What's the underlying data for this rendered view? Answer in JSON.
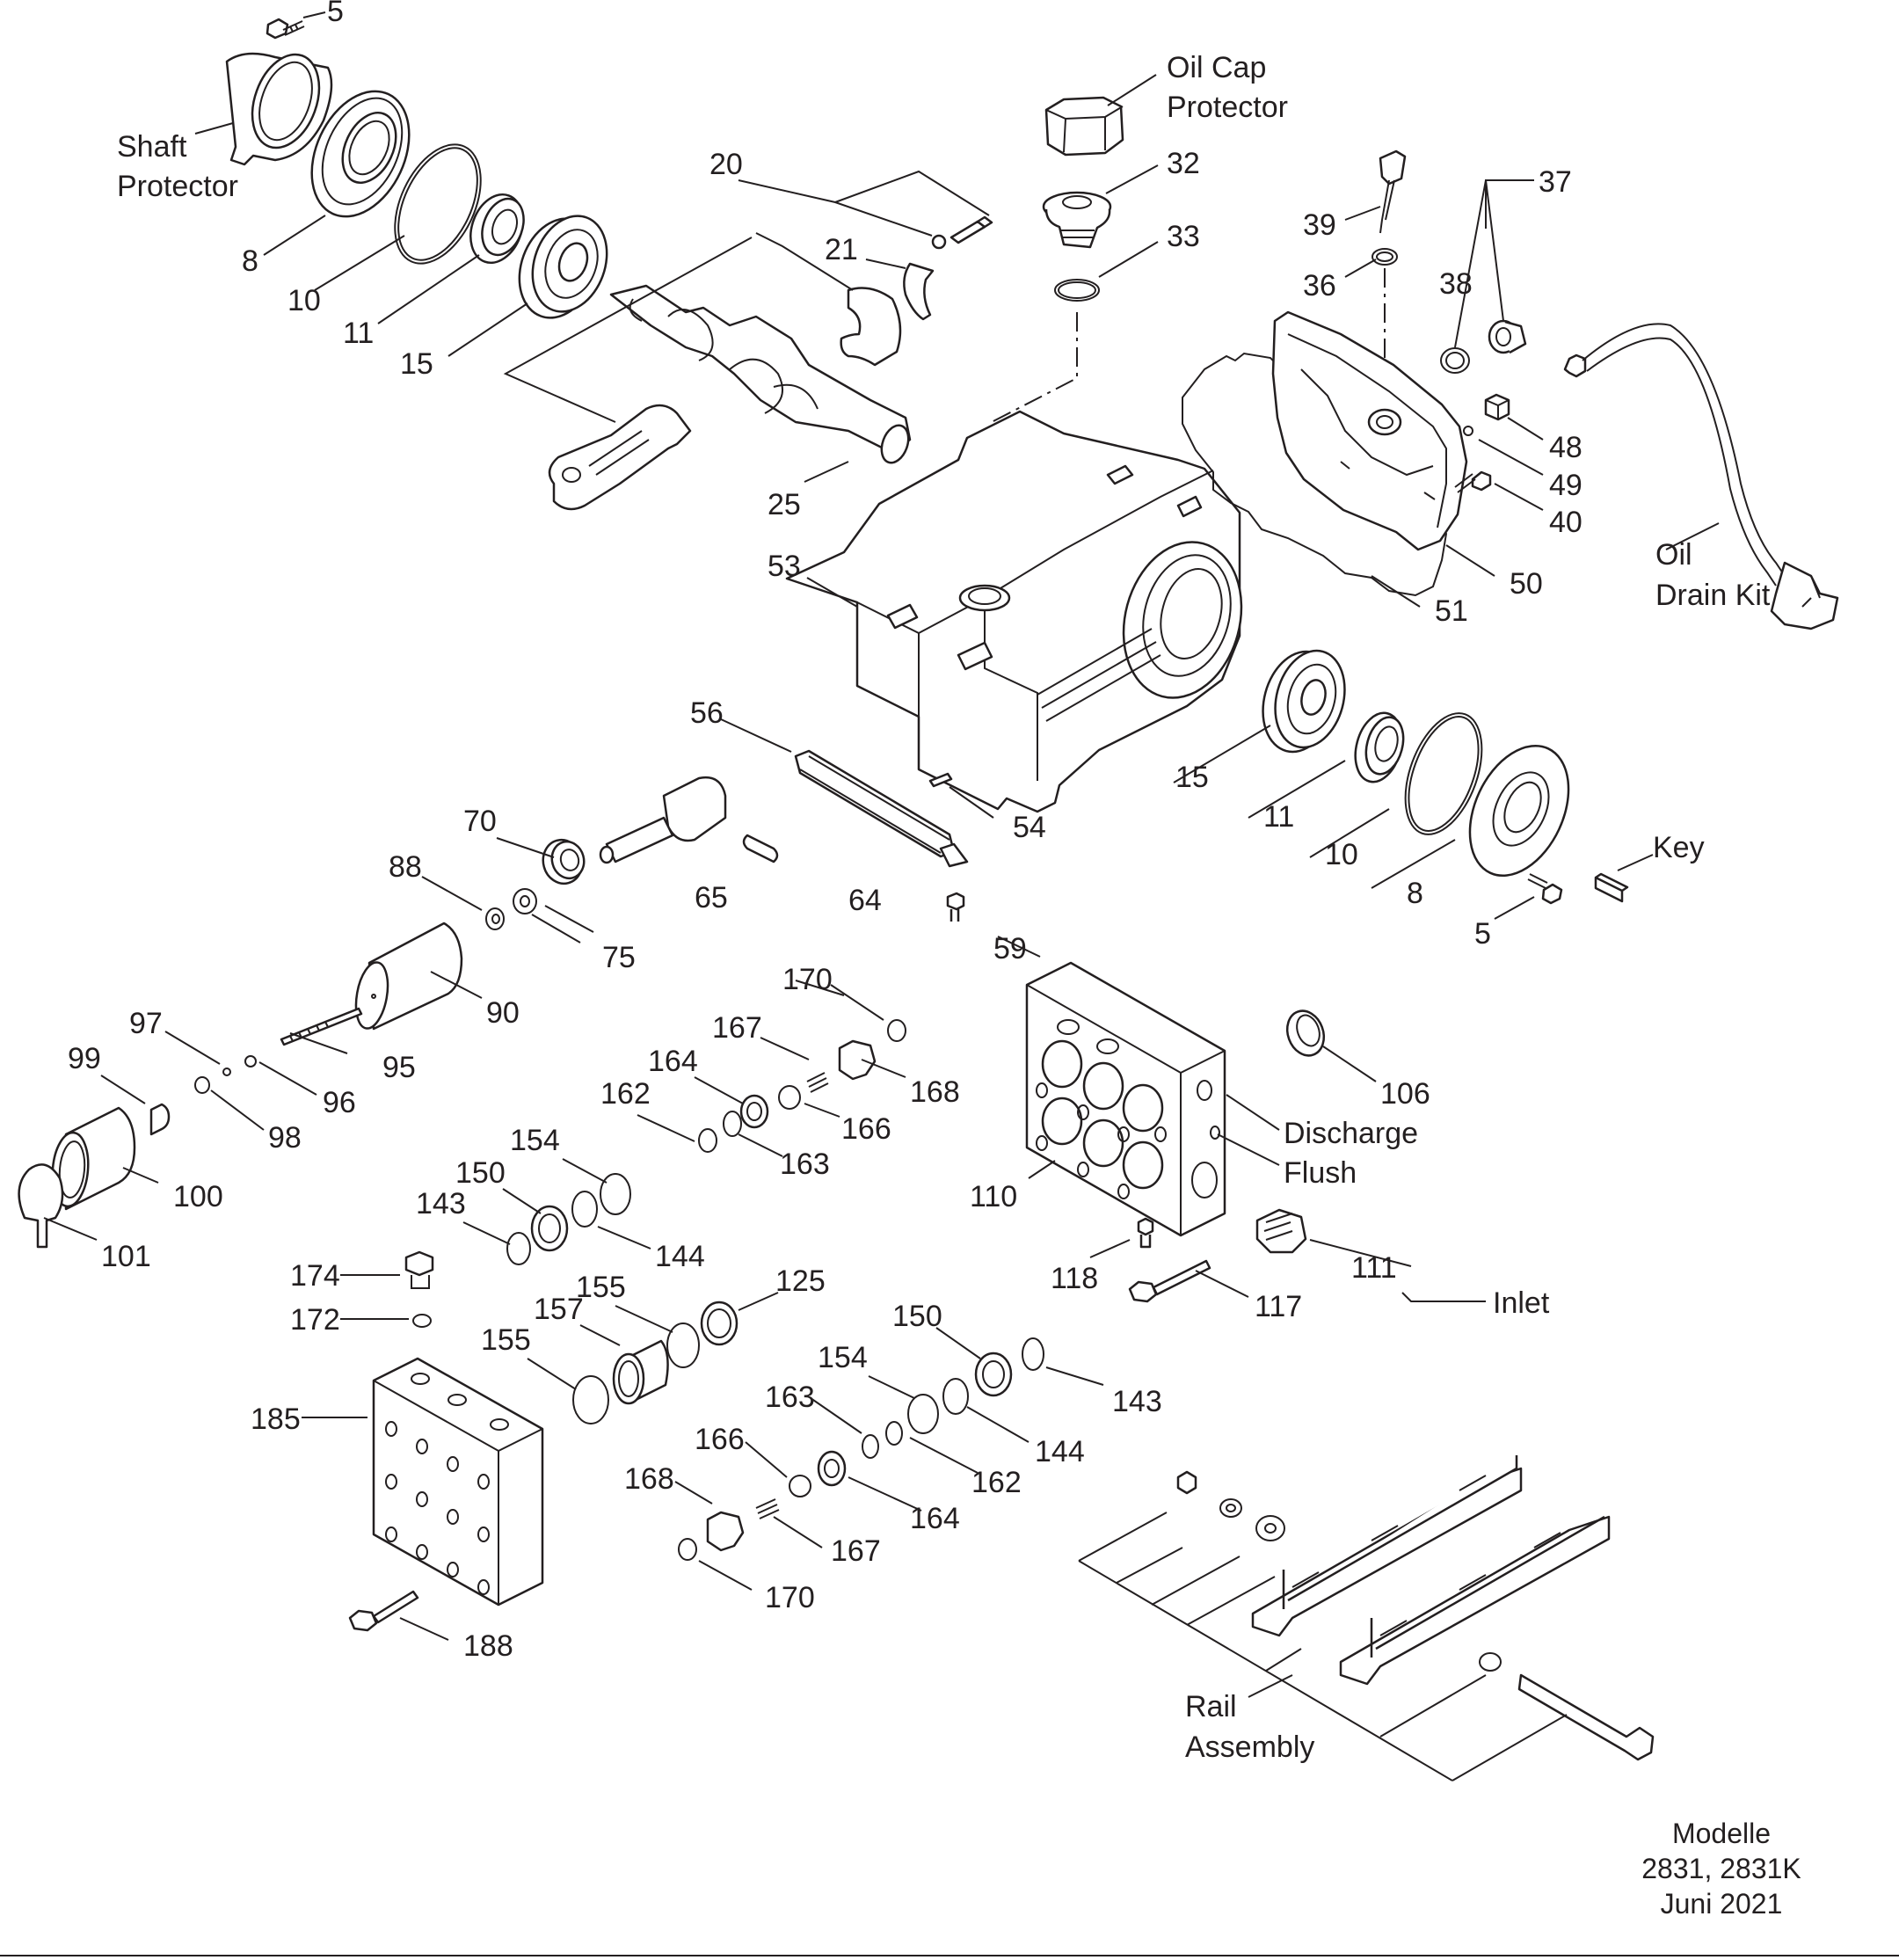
{
  "labels": {
    "n5a": "5",
    "shaft_protector_1": "Shaft",
    "shaft_protector_2": "Protector",
    "n8a": "8",
    "n10a": "10",
    "n11a": "11",
    "n15a": "15",
    "n20": "20",
    "n21": "21",
    "n25": "25",
    "oil_cap_1": "Oil Cap",
    "oil_cap_2": "Protector",
    "n32": "32",
    "n33": "33",
    "n53": "53",
    "n39": "39",
    "n36": "36",
    "n37": "37",
    "n38": "38",
    "n48": "48",
    "n49": "49",
    "n40": "40",
    "n50": "50",
    "n51": "51",
    "oil_drain_1": "Oil",
    "oil_drain_2": "Drain Kit",
    "n56": "56",
    "n54": "54",
    "n15b": "15",
    "n11b": "11",
    "n10b": "10",
    "n8b": "8",
    "n5b": "5",
    "key": "Key",
    "n70": "70",
    "n88": "88",
    "n65": "65",
    "n64": "64",
    "n75": "75",
    "n59": "59",
    "n90": "90",
    "n97": "97",
    "n99": "99",
    "n95": "95",
    "n96": "96",
    "n98": "98",
    "n100": "100",
    "n101": "101",
    "n170a": "170",
    "n167a": "167",
    "n164a": "164",
    "n168a": "168",
    "n162a": "162",
    "n166a": "166",
    "n163a": "163",
    "n110": "110",
    "n106": "106",
    "discharge": "Discharge",
    "flush": "Flush",
    "n154a": "154",
    "n150a": "150",
    "n143a": "143",
    "n144a": "144",
    "n174": "174",
    "n172": "172",
    "n155a": "155",
    "n157": "157",
    "n125": "125",
    "n155b": "155",
    "n118": "118",
    "n117": "117",
    "n111": "111",
    "inlet": "Inlet",
    "n150b": "150",
    "n143b": "143",
    "n154b": "154",
    "n144b": "144",
    "n163b": "163",
    "n162b": "162",
    "n166b": "166",
    "n164b": "164",
    "n168b": "168",
    "n167b": "167",
    "n170b": "170",
    "n185": "185",
    "n188": "188",
    "rail_1": "Rail",
    "rail_2": "Assembly"
  },
  "footer": {
    "line1": "Modelle",
    "line2": "2831, 2831K",
    "line3": "Juni 2021"
  }
}
